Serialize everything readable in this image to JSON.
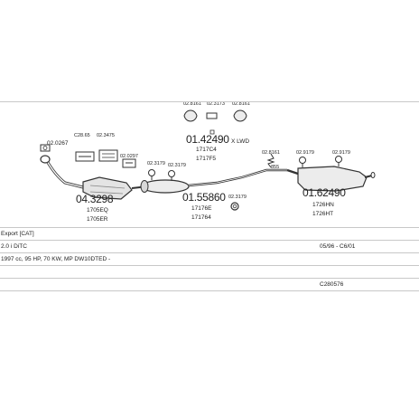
{
  "parts": {
    "p1": {
      "code": "04.3298",
      "sub1": "1705EQ",
      "sub2": "1705ER"
    },
    "p2": {
      "code": "01.55860",
      "sub1": "17176E",
      "sub2": "171764"
    },
    "p3": {
      "code": "01.42490",
      "suffix": "X LWD",
      "sub1": "1717C4",
      "sub2": "1717F5"
    },
    "p4": {
      "code": "01.62490",
      "sub1": "1726HN",
      "sub2": "1726HT"
    }
  },
  "small_refs": {
    "r_0267": "02.0267",
    "r_2865": "C28.65",
    "r_3475": "02.3475",
    "r_0297": "02.0297",
    "r_3179a": "02.3179",
    "r_3179b": "02.3179",
    "r_3179c": "02.3179",
    "r_8161a": "02.8161",
    "r_3173": "02.3173",
    "r_8161b": "02.8161",
    "r_8161c": "02.8161",
    "r_9179a": "02.9179",
    "r_9179b": "02.9179",
    "r_855": "855"
  },
  "info": {
    "row1_left": "Export [CAT]",
    "row2_left": "2.0 i DiTC",
    "row2_right": "05/96 - C6/01",
    "row3_left": "1997 cc, 95 HP, 70 KW, MP DW10DTED -",
    "row5_right": "C280576"
  }
}
